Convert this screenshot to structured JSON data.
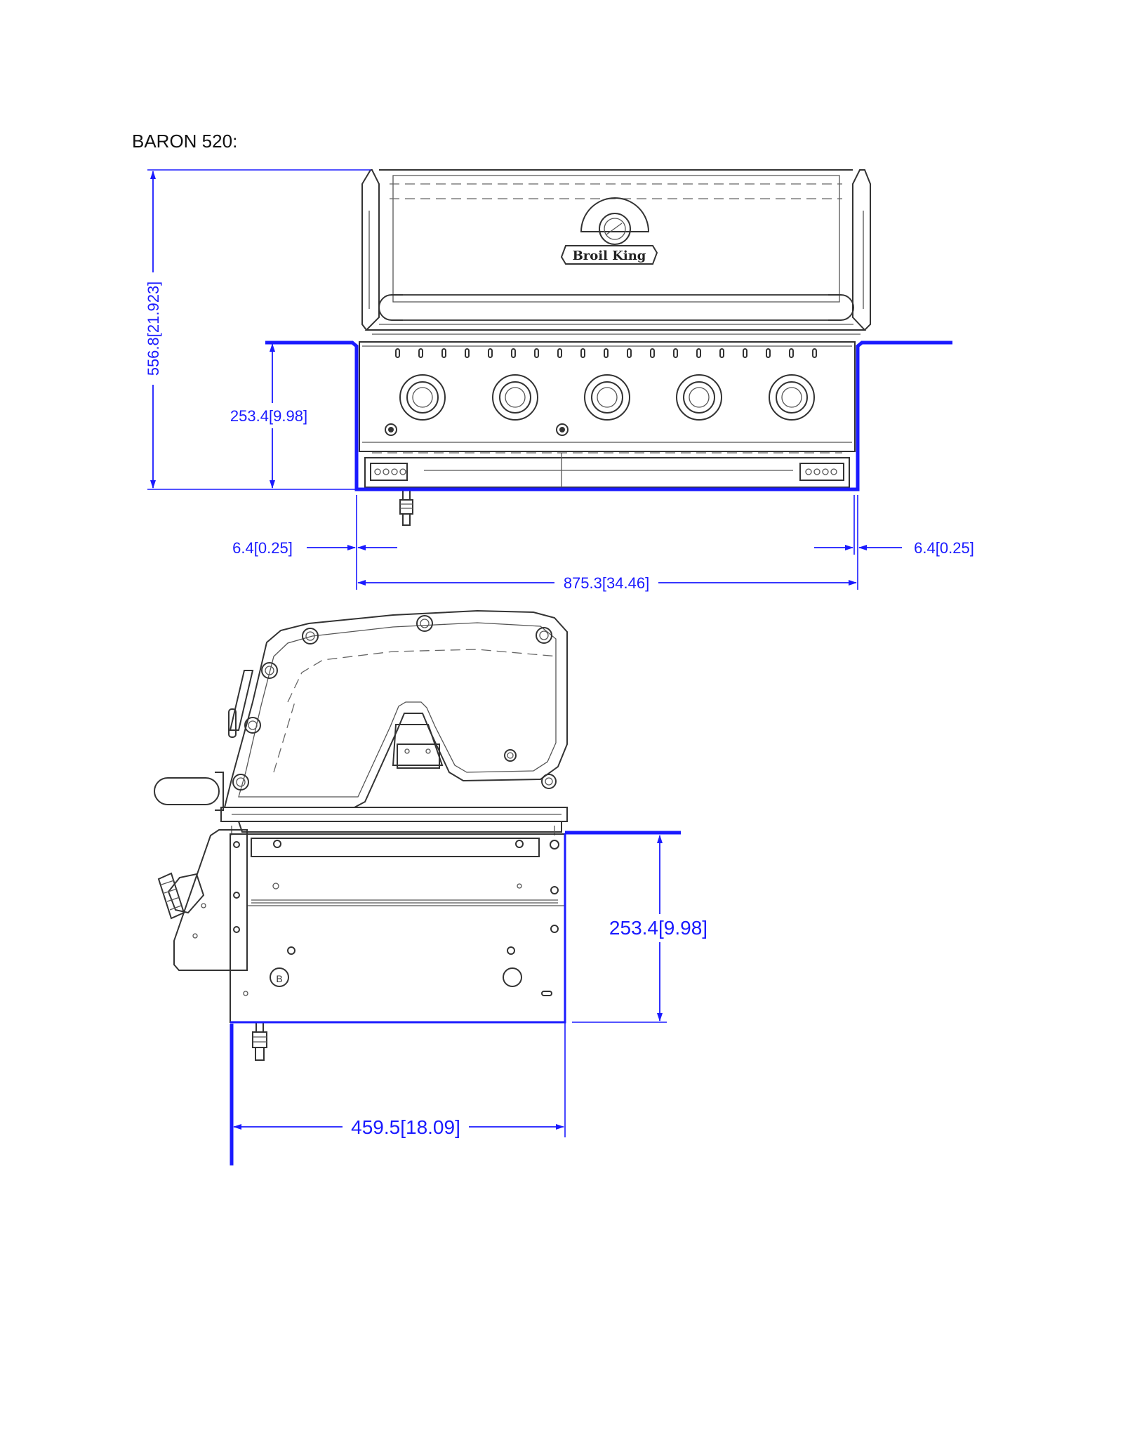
{
  "title": "BARON 520:",
  "brand_logo": "Broil King",
  "front_view": {
    "height_overall": "556.8",
    "height_overall_in": "21.923",
    "cutout_height": "253.4",
    "cutout_height_in": "9.98",
    "clearance_left": "6.4",
    "clearance_left_in": "0.25",
    "clearance_right": "6.4",
    "clearance_right_in": "0.25",
    "cutout_width": "875.3",
    "cutout_width_in": "34.46"
  },
  "side_view": {
    "cutout_height": "253.4",
    "cutout_height_in": "9.98",
    "cutout_depth": "459.5",
    "cutout_depth_in": "18.09"
  },
  "colors": {
    "dimension": "#1a1aff",
    "line": "#333333"
  }
}
